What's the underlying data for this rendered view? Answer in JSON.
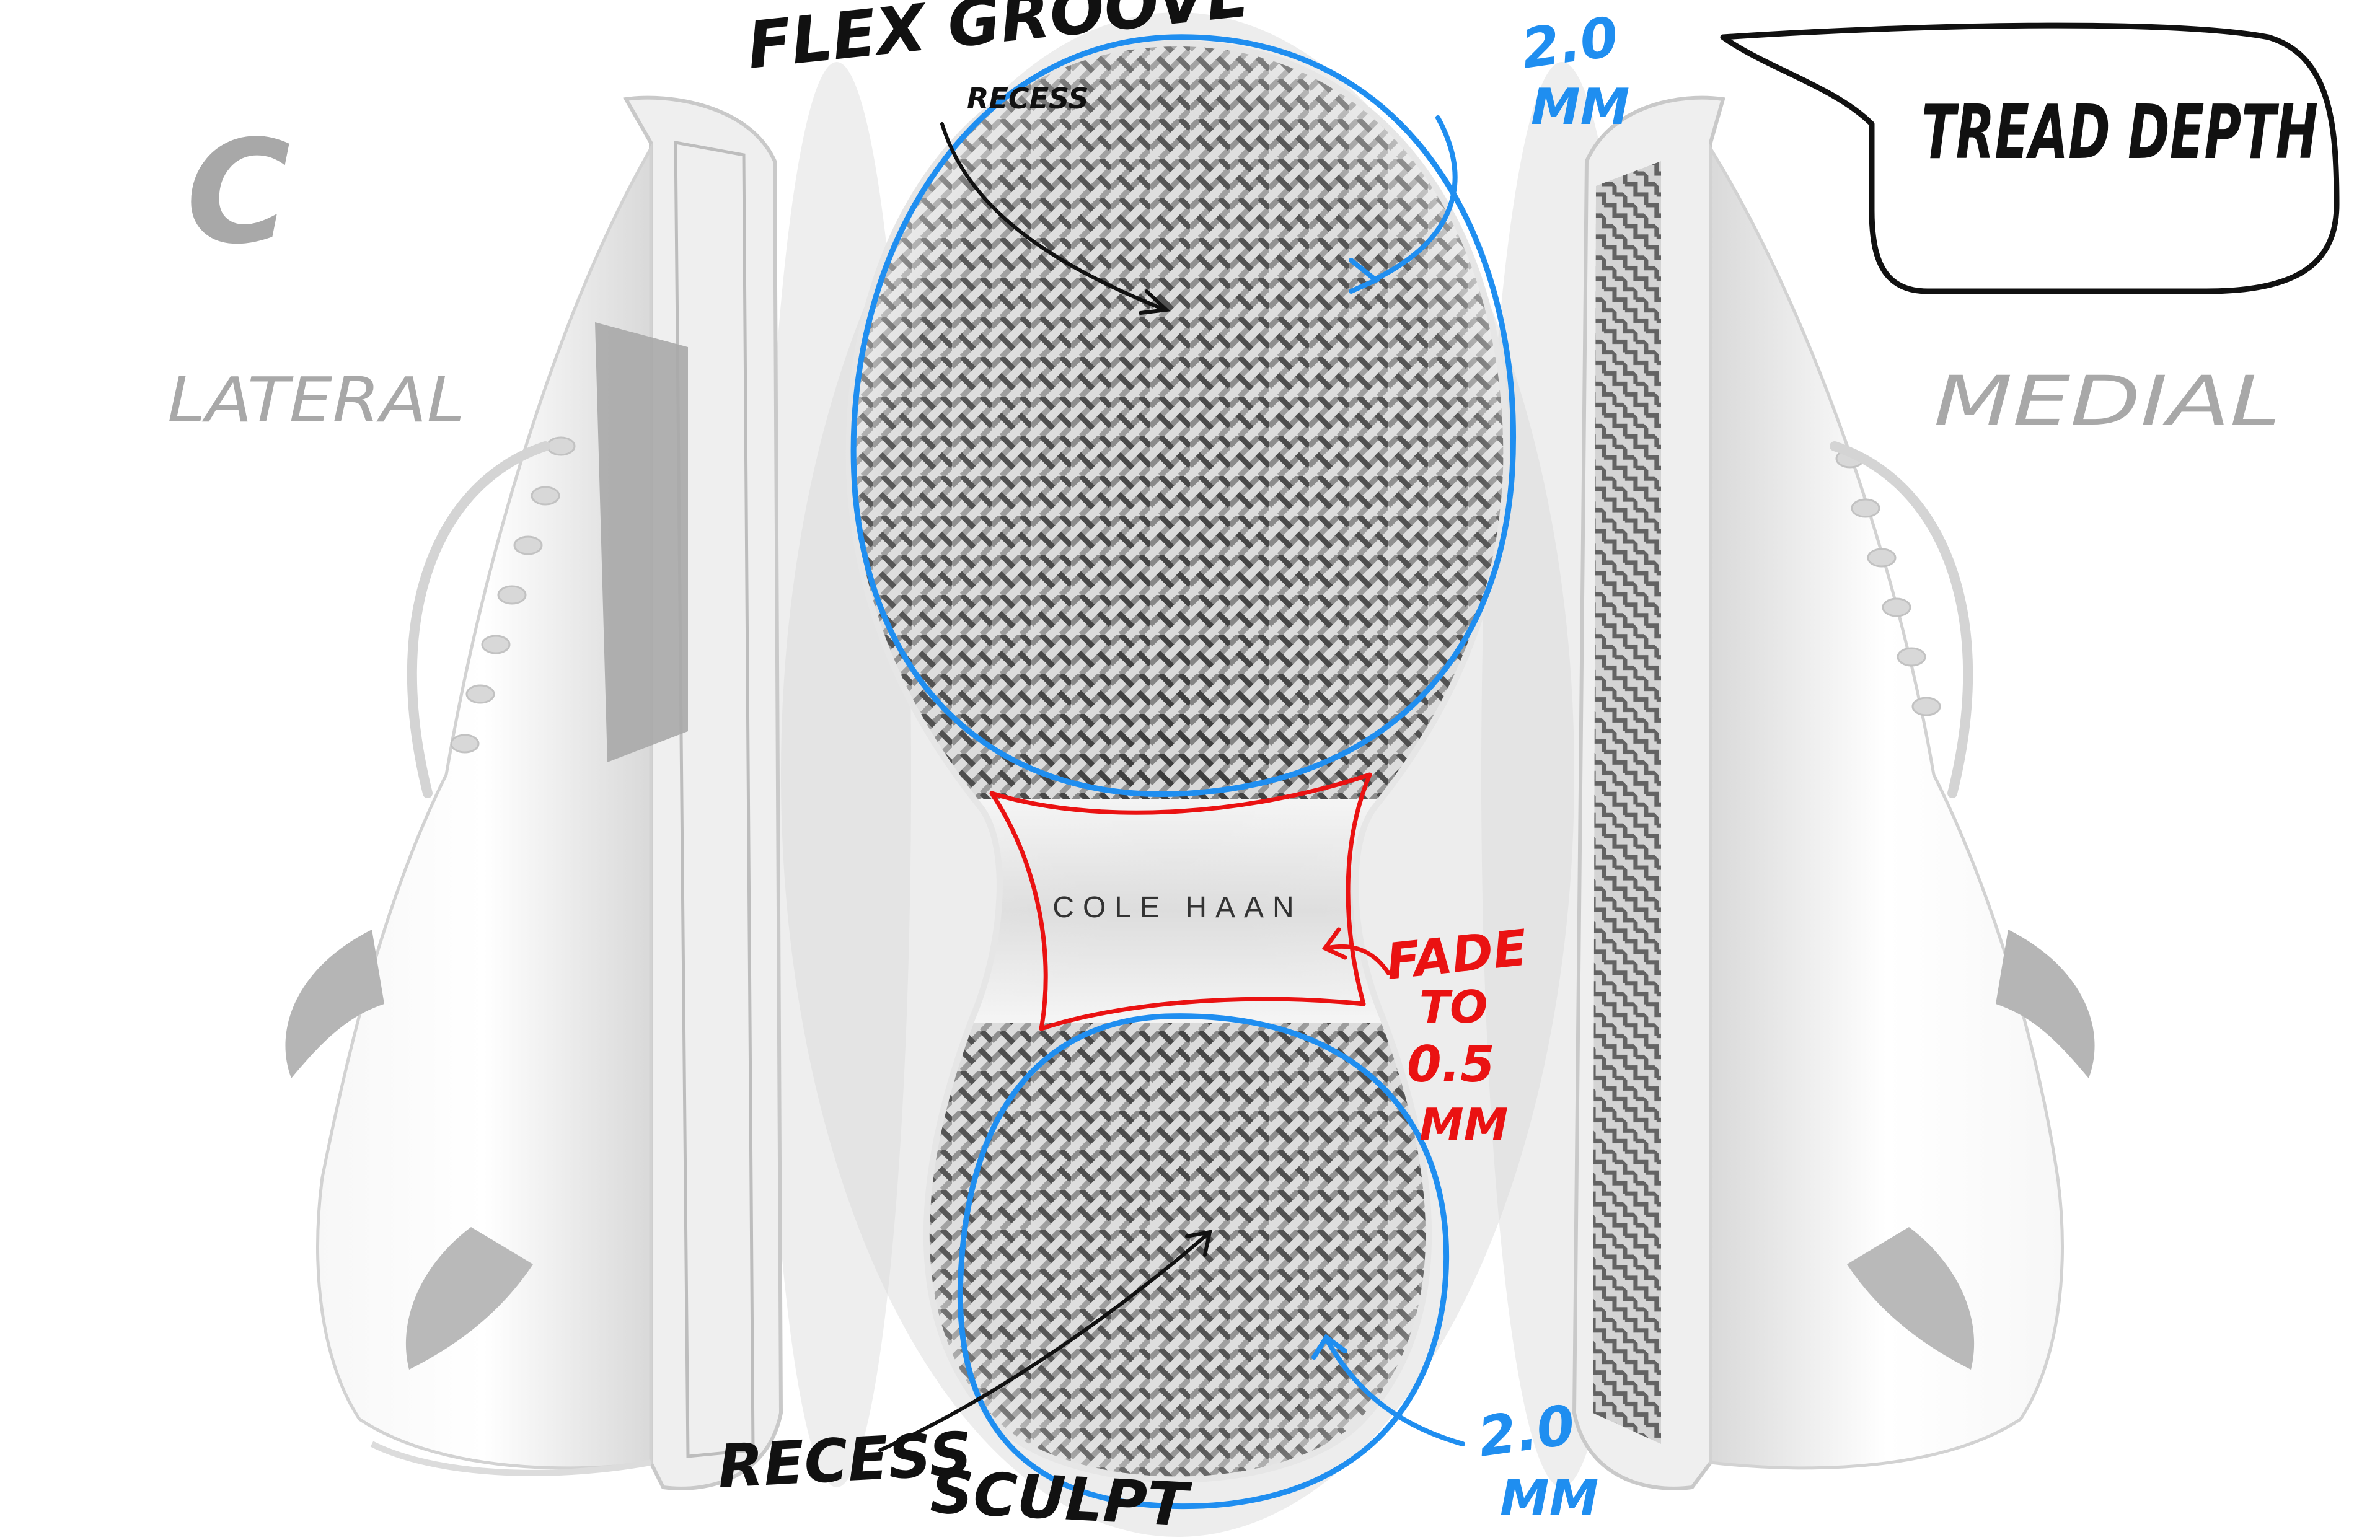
{
  "sheet": {
    "page_letter": "C",
    "lateral_label": "LATERAL",
    "medial_label": "MEDIAL",
    "brand_name": "COLE HAAN"
  },
  "callouts": {
    "tread_depth": "TREAD DEPTH",
    "flex_groove": "FLEX GROOVE",
    "flex_groove_sub": "RECESS",
    "forefoot_depth_value": "2.0",
    "forefoot_depth_unit": "MM",
    "heel_depth_value": "2.0",
    "heel_depth_unit": "MM",
    "fade_line_1": "FADE",
    "fade_line_2": "TO",
    "fade_line_3": "0.5",
    "fade_line_4": "MM",
    "recess_word": "RECESS",
    "sculpt_word": "SCULPT"
  },
  "colors": {
    "annotation_blue": "#1f8ef0",
    "annotation_red": "#ea1212",
    "ink_black": "#111111",
    "label_grey": "#a8a8a8",
    "tread_dark": "#3f3f3f",
    "sole_light": "#ededed"
  }
}
